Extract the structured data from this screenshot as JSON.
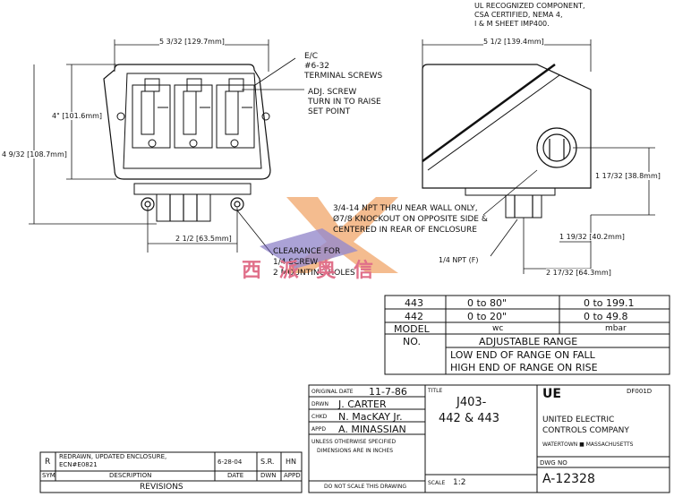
{
  "notes": {
    "ul_line1": "UL RECOGNIZED COMPONENT,",
    "ul_line2": "CSA CERTIFIED, NEMA 4,",
    "ul_line3": "I & M SHEET IMP400."
  },
  "dims": {
    "front_width": "5 3/32 [129.7mm]",
    "side_width": "5 1/2 [139.4mm]",
    "height_inner": "4\" [101.6mm]",
    "height_total": "4 9/32 [108.7mm]",
    "mount_spacing": "2 1/2 [63.5mm]",
    "side_height": "1 17/32 [38.8mm]",
    "side_depth": "1 19/32 [40.2mm]",
    "side_depth_total": "2 17/32 [64.3mm]"
  },
  "callouts": {
    "terminal_1": "E/C",
    "terminal_2": "#6-32",
    "terminal_3": "TERMINAL SCREWS",
    "adj_1": "ADJ. SCREW",
    "adj_2": "TURN IN TO RAISE",
    "adj_3": "SET POINT",
    "npt_1": "3/4-14 NPT THRU NEAR WALL ONLY,",
    "npt_2": "Ø7/8 KNOCKOUT ON OPPOSITE SIDE &",
    "npt_3": "CENTERED IN REAR OF ENCLOSURE",
    "npt_f": "1/4 NPT (F)",
    "clear_1": "CLEARANCE FOR",
    "clear_2": "1/4 SCREW",
    "clear_3": "2 MOUNTING HOLES"
  },
  "watermark": "西 派 奥 信",
  "range_table": {
    "rows": [
      {
        "model": "443",
        "wc": "0 to 80\"",
        "mbar": "0 to 199.1"
      },
      {
        "model": "442",
        "wc": "0 to 20\"",
        "mbar": "0 to 49.8"
      }
    ],
    "model_label": "MODEL",
    "no_label": "NO.",
    "unit_wc": "wc",
    "unit_mbar": "mbar",
    "adjustable_range": "ADJUSTABLE RANGE",
    "low_end": "LOW END OF RANGE ON FALL",
    "high_end": "HIGH END OF RANGE ON RISE"
  },
  "title_block": {
    "orig_date_label": "ORIGINAL DATE",
    "orig_date": "11-7-86",
    "drwn_label": "DRWN",
    "drwn": "J. CARTER",
    "chkd_label": "CHKD",
    "chkd": "N. MacKAY Jr.",
    "appd_label": "APPD",
    "appd": "A. MINASSIAN",
    "unless_1": "UNLESS OTHERWISE SPECIFIED",
    "unless_2": "DIMENSIONS ARE IN INCHES",
    "no_scale": "DO NOT SCALE THIS DRAWING",
    "title_label": "TITLE",
    "title_1": "J403-",
    "title_2": "442 & 443",
    "scale_label": "SCALE",
    "scale": "1:2",
    "company_1": "UNITED ELECTRIC",
    "company_2": "CONTROLS COMPANY",
    "company_3": "WATERTOWN ■ MASSACHUSETTS",
    "code": "DF001D",
    "dwg_no_label": "DWG NO",
    "dwg_no": "A-12328",
    "logo": "UE"
  },
  "revisions": {
    "rev": "R",
    "desc_1": "REDRAWN, UPDATED ENCLOSURE,",
    "desc_2": "ECN#E0821",
    "date": "6-28-04",
    "dwn": "S.R.",
    "appd": "HN",
    "h_sym": "SYM",
    "h_desc": "DESCRIPTION",
    "h_date": "DATE",
    "h_dwn": "DWN",
    "h_appd": "APPD",
    "footer": "REVISIONS"
  }
}
